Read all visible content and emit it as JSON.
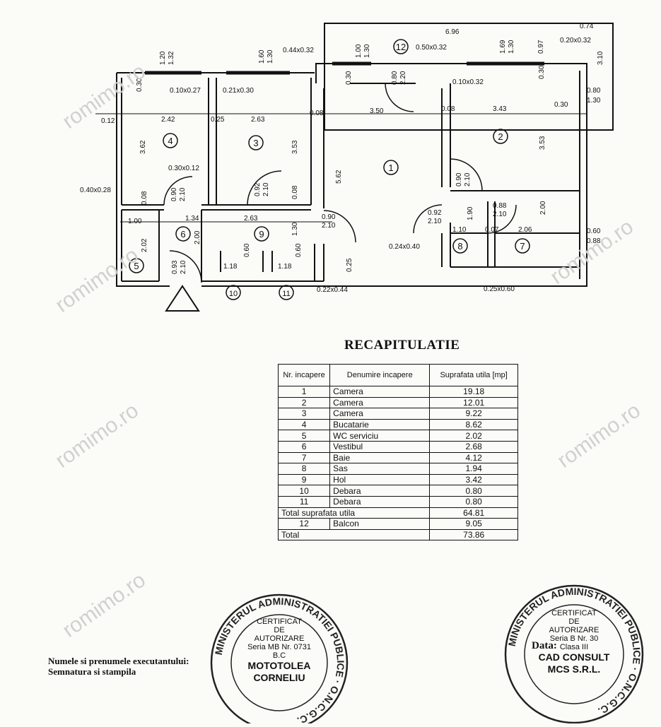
{
  "plan": {
    "rooms": [
      "1",
      "2",
      "3",
      "4",
      "5",
      "6",
      "7",
      "8",
      "9",
      "10",
      "11",
      "12"
    ],
    "dims": {
      "d696": "6.96",
      "d074": "0.74",
      "d310": "3.10",
      "d080": "0.80",
      "d130r": "1.30",
      "d044x032": "0.44x0.32",
      "d050x032": "0.50x0.32",
      "d020x032": "0.20x0.32",
      "d010x032": "0.10x0.32",
      "d010x027": "0.10x0.27",
      "d021x030": "0.21x0.30",
      "d120": "1.20",
      "d132": "1.32",
      "d160": "1.60",
      "d130a": "1.30",
      "d100": "1.00",
      "d130b": "1.30",
      "d169": "1.69",
      "d130c": "1.30",
      "d097": "0.97",
      "d030a": "0.30",
      "d030b": "0.30",
      "d030c": "0.30",
      "d030d": "0.30",
      "d080b": "0.80",
      "d220": "2.20",
      "d012": "0.12",
      "d242": "2.42",
      "d025": "0.25",
      "d263": "2.63",
      "d008a": "0.08",
      "d350": "3.50",
      "d008b": "0.08",
      "d343": "3.43",
      "d362": "3.62",
      "d353a": "3.53",
      "d353b": "3.53",
      "d562": "5.62",
      "d030x012": "0.30x0.12",
      "d040x028": "0.40x0.28",
      "d090a": "0.90",
      "d210a": "2.10",
      "d092a": "0.92",
      "d210b": "2.10",
      "d008c": "0.08",
      "d090b": "0.90",
      "d210c": "2.10",
      "d008d": "0.08",
      "d134": "1.34",
      "d263b": "2.63",
      "d090c": "0.90",
      "d210d": "2.10",
      "d100b": "1.00",
      "d202": "2.02",
      "d200": "2.00",
      "d130d": "1.30",
      "d118a": "1.18",
      "d060a": "0.60",
      "d118b": "1.18",
      "d060b": "0.60",
      "d093": "0.93",
      "d210e": "2.10",
      "d025b": "0.25",
      "d022x044": "0.22x0.44",
      "d092b": "0.92",
      "d210f": "2.10",
      "d024x040": "0.24x0.40",
      "d088": "0.88",
      "d210g": "2.10",
      "d190": "1.90",
      "d200b": "2.00",
      "d110": "1.10",
      "d007": "0.07",
      "d206": "2.06",
      "d060c": "0.60",
      "d088b": "0.88",
      "d025x060": "0.25x0.60"
    }
  },
  "watermark": "romimo.ro",
  "recap": {
    "title": "RECAPITULATIE",
    "headers": [
      "Nr. incapere",
      "Denumire incapere",
      "Suprafata utila [mp]"
    ],
    "rows": [
      {
        "nr": "1",
        "name": "Camera",
        "area": "19.18"
      },
      {
        "nr": "2",
        "name": "Camera",
        "area": "12.01"
      },
      {
        "nr": "3",
        "name": "Camera",
        "area": "9.22"
      },
      {
        "nr": "4",
        "name": "Bucatarie",
        "area": "8.62"
      },
      {
        "nr": "5",
        "name": "WC serviciu",
        "area": "2.02"
      },
      {
        "nr": "6",
        "name": "Vestibul",
        "area": "2.68"
      },
      {
        "nr": "7",
        "name": "Baie",
        "area": "4.12"
      },
      {
        "nr": "8",
        "name": "Sas",
        "area": "1.94"
      },
      {
        "nr": "9",
        "name": "Hol",
        "area": "3.42"
      },
      {
        "nr": "10",
        "name": "Debara",
        "area": "0.80"
      },
      {
        "nr": "11",
        "name": "Debara",
        "area": "0.80"
      }
    ],
    "total_util_label": "Total suprafata utila",
    "total_util_value": "64.81",
    "balcon": {
      "nr": "12",
      "name": "Balcon",
      "area": "9.05"
    },
    "total_label": "Total",
    "total_value": "73.86"
  },
  "footer": {
    "exec_line1": "Numele si prenumele executantului:",
    "exec_line2": "Semnatura si stampila",
    "data_label": "Data:"
  },
  "stamp_left": {
    "ring": "MINISTERUL ADMINISTRATIEI PUBLICE · O.N.C.G.C.",
    "cert": "CERTIFICAT",
    "de": "DE",
    "autor": "AUTORIZARE",
    "seria": "Seria MB Nr. 0731",
    "cls": "B.C",
    "name1": "MOTOTOLEA",
    "name2": "CORNELIU"
  },
  "stamp_right": {
    "ring": "MINISTERUL ADMINISTRATIEI PUBLICE · O.N.C.G.C.",
    "cert": "CERTIFICAT",
    "de": "DE",
    "autor": "AUTORIZARE",
    "seria": "Seria B Nr. 30",
    "cls": "Clasa III",
    "name1": "CAD CONSULT",
    "name2": "MCS S.R.L."
  }
}
